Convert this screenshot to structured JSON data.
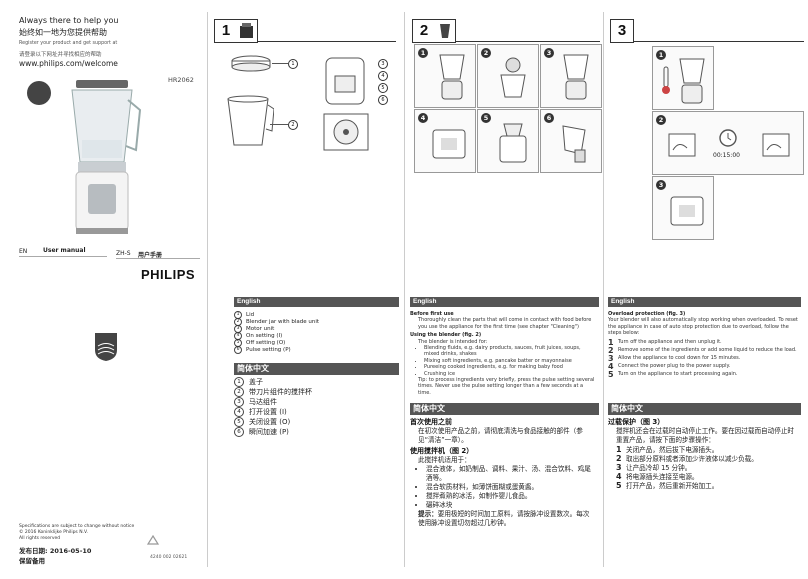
{
  "cover": {
    "tagline_en": "Always there to help you",
    "tagline_cn": "始终如一地为您提供帮助",
    "register_en": "Register your product and get support at",
    "register_cn": "请登录以下网址并寻找相应的帮助",
    "url": "www.philips.com/welcome",
    "model": "HR2062",
    "brand": "PHILIPS",
    "lang_en_code": "EN",
    "lang_en_label": "User manual",
    "lang_cn_code": "ZH-S",
    "lang_cn_label": "用户手册",
    "specs_line1": "Specifications are subject to change without notice",
    "specs_line2": "© 2016 Koninklijke Philips N.V.",
    "specs_line3": "All rights reserved",
    "pub_date_label": "发布日期:",
    "pub_date_value": "2016-05-10",
    "warranty": "保留备用",
    "code": "4240 002 02621",
    "colors": {
      "accent": "#333333",
      "brand_blue": "#1f3f7a"
    }
  },
  "section1": {
    "number": "1",
    "callouts": [
      "1",
      "2",
      "3",
      "4",
      "5",
      "6"
    ],
    "en_tag": "English",
    "legend_en": [
      {
        "n": "1",
        "label": "Lid"
      },
      {
        "n": "2",
        "label": "Blender jar with blade unit"
      },
      {
        "n": "3",
        "label": "Motor unit"
      },
      {
        "n": "4",
        "label": "On setting (I)"
      },
      {
        "n": "5",
        "label": "Off setting (O)"
      },
      {
        "n": "6",
        "label": "Pulse setting (P)"
      }
    ],
    "cn_tag": "简体中文",
    "legend_cn": [
      {
        "n": "1",
        "label": "盖子"
      },
      {
        "n": "2",
        "label": "带刀片组件的搅拌杯"
      },
      {
        "n": "3",
        "label": "马达组件"
      },
      {
        "n": "4",
        "label": "打开设置 (I)"
      },
      {
        "n": "5",
        "label": "关闭设置 (O)"
      },
      {
        "n": "6",
        "label": "瞬间加速 (P)"
      }
    ]
  },
  "section2": {
    "number": "2",
    "steps": [
      "1",
      "2",
      "3",
      "4",
      "5",
      "6"
    ],
    "en_tag": "English",
    "before_title": "Before first use",
    "before_text": "Thoroughly clean the parts that will come in contact with food before you use the appliance for the first time (see chapter \"Cleaning\")",
    "using_title": "Using the blender (fig. 2)",
    "using_intro": "The blender is intended for:",
    "using_items": [
      "Blending fluids, e.g. dairy products, sauces, fruit juices, soups, mixed drinks, shakes",
      "Mixing soft ingredients, e.g. pancake batter or mayonnaise",
      "Pureeing cooked ingredients, e.g. for making baby food",
      "Crushing ice"
    ],
    "tip": "Tip: to process ingredients very briefly, press the pulse setting several times. Never use the pulse setting longer than a few seconds at a time.",
    "cn_tag": "简体中文",
    "cn_before_title": "首次使用之前",
    "cn_before_text": "在初次使用产品之前，请彻底清洗与食品接触的部件（参见“清洁”一章）。",
    "cn_using_title": "使用搅拌机（图 2）",
    "cn_using_intro": "此搅拌机适用于：",
    "cn_using_items": [
      "混合液体，如奶制品、调料、果汁、汤、混合饮料、鸡尾酒等。",
      "混合软质材料，如薄饼面糊或蛋黄酱。",
      "搅拌煮熟的冰活，如制作婴儿食品。",
      "碾碎冰块"
    ],
    "cn_tip_label": "提示：",
    "cn_tip": "要用极短的时间加工原料，请按脉冲设置数次。每次使用脉冲设置切勿超过几秒钟。"
  },
  "section3": {
    "number": "3",
    "panels": [
      "1",
      "2",
      "3"
    ],
    "timer": "00:15:00",
    "en_tag": "English",
    "overload_title": "Overload protection (fig. 3)",
    "overload_text": "Your blender will also automatically stop working when overloaded. To reset the appliance in case of auto stop protection due to overload, follow the steps below:",
    "steps_en": [
      {
        "n": "1",
        "label": "Turn off the appliance and then unplug it."
      },
      {
        "n": "2",
        "label": "Remove some of the ingredients or add some liquid to reduce the load."
      },
      {
        "n": "3",
        "label": "Allow the appliance to cool down for 15 minutes."
      },
      {
        "n": "4",
        "label": "Connect the power plug to the power supply."
      },
      {
        "n": "5",
        "label": "Turn on the appliance to start processing again."
      }
    ],
    "cn_tag": "简体中文",
    "cn_title": "过载保护（图 3）",
    "cn_text": "搅拌机还会在过载时自动停止工作。要在因过载而自动停止时重置产品，请按下面的步骤操作：",
    "steps_cn": [
      {
        "n": "1",
        "label": "关闭产品，然后拔下电源插头。"
      },
      {
        "n": "2",
        "label": "取出部分原料或者添加少许液体以减少负载。"
      },
      {
        "n": "3",
        "label": "让产品冷却 15 分钟。"
      },
      {
        "n": "4",
        "label": "将电源插头连接至电源。"
      },
      {
        "n": "5",
        "label": "打开产品，然后重新开始加工。"
      }
    ]
  }
}
